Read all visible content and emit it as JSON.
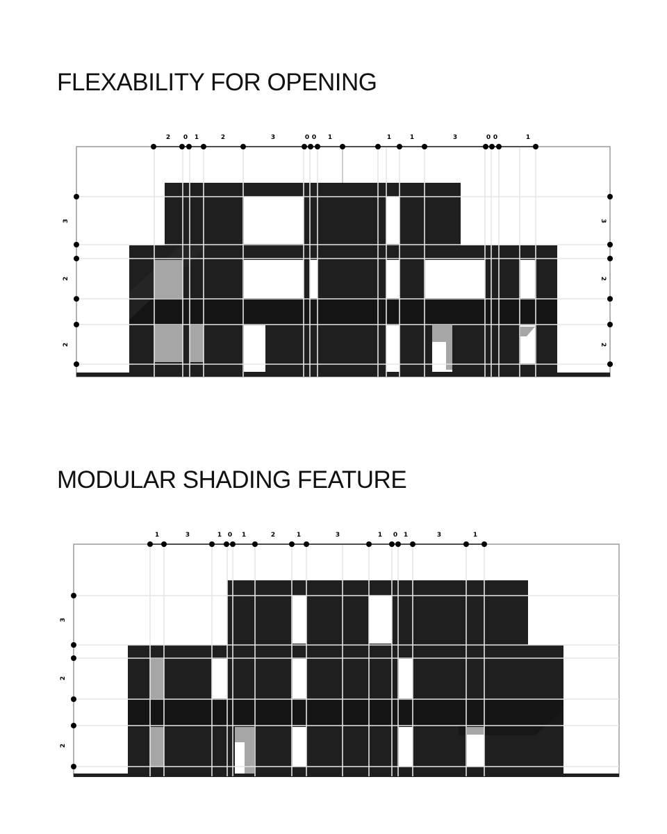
{
  "diagram_1": {
    "title": "FLEXABILITY FOR OPENING",
    "top_dims": [
      "2",
      "0",
      "1",
      "2",
      "3",
      "0",
      "0",
      "1",
      "1",
      "1",
      "3",
      "0",
      "0",
      "1"
    ],
    "left_dims": [
      "3",
      "2",
      "2"
    ],
    "right_dims": [
      "3",
      "2",
      "2"
    ]
  },
  "diagram_2": {
    "title": "MODULAR SHADING FEATURE",
    "top_dims": [
      "1",
      "3",
      "1",
      "0",
      "1",
      "2",
      "1",
      "3",
      "1",
      "0",
      "1",
      "3",
      "1"
    ],
    "left_dims": [
      "3",
      "2",
      "2"
    ]
  },
  "colors": {
    "facade": "#1f1f1f",
    "shade": "#a6a6a6",
    "grid": "#e6e6e6",
    "dim_line": "#9a9a9a",
    "node": "#000000"
  }
}
